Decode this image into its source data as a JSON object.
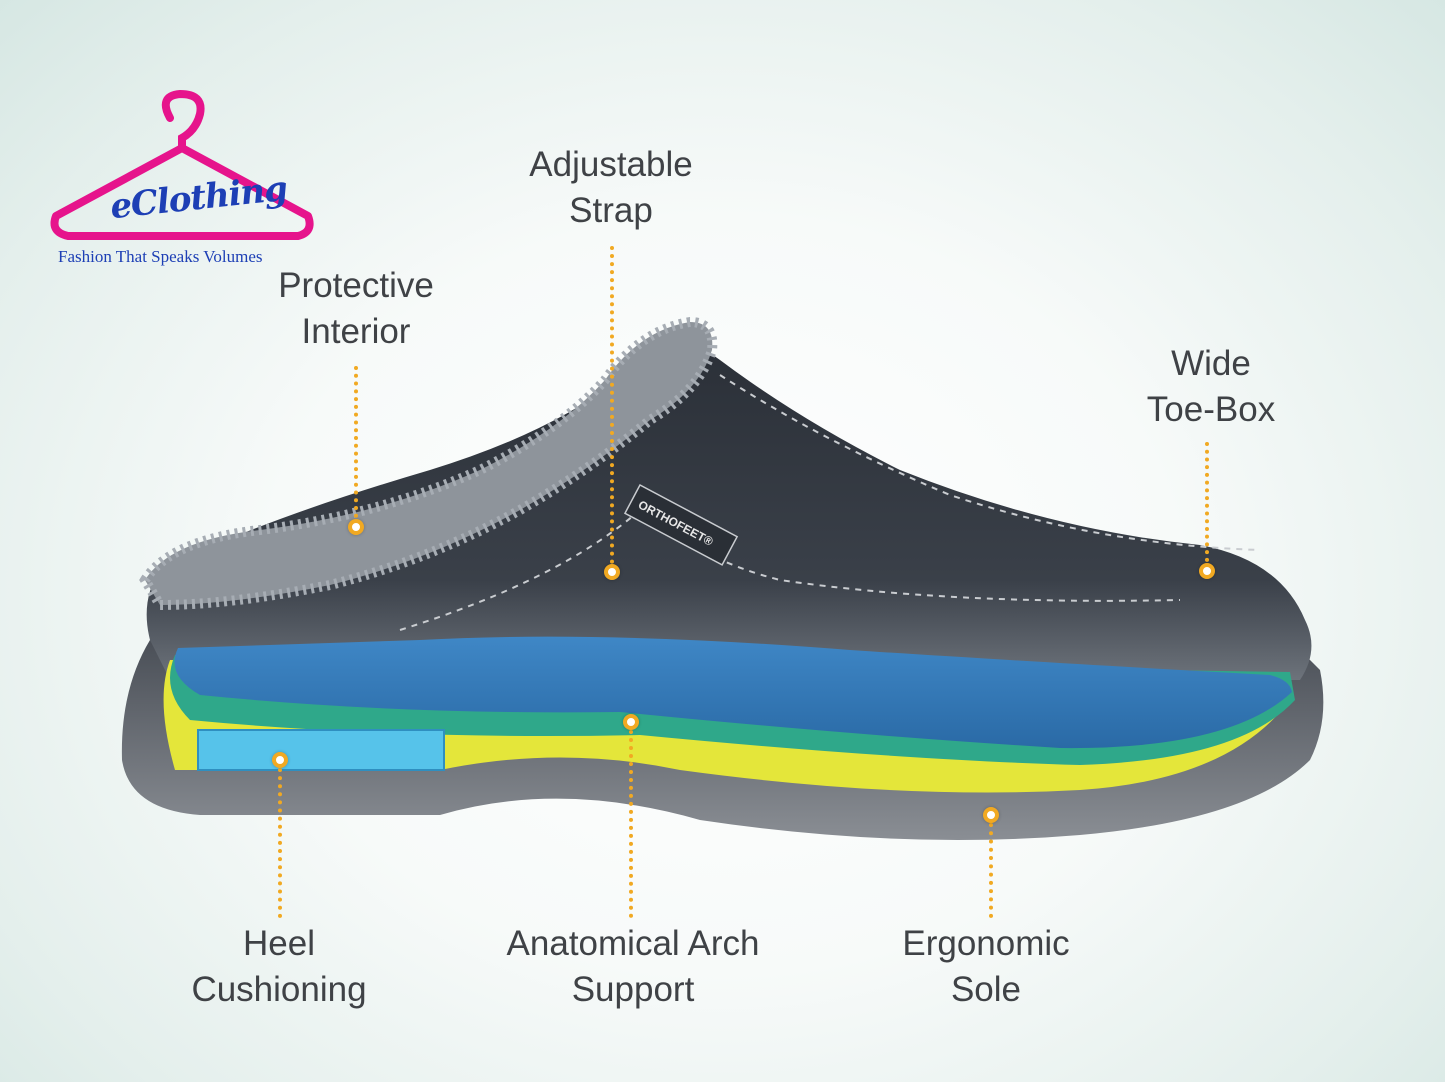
{
  "brand": {
    "name": "eClothing",
    "tagline": "Fashion That Speaks Volumes",
    "colors": {
      "hanger": "#e6148c",
      "text": "#1d3fb5"
    }
  },
  "product_mark": "ORTHOFEET®",
  "callouts": {
    "adjustable_strap": [
      "Adjustable",
      "Strap"
    ],
    "protective_interior": [
      "Protective",
      "Interior"
    ],
    "wide_toe_box": [
      "Wide",
      "Toe-Box"
    ],
    "heel_cushioning": [
      "Heel",
      "Cushioning"
    ],
    "anatomical_arch_support": [
      "Anatomical Arch",
      "Support"
    ],
    "ergonomic_sole": [
      "Ergonomic",
      "Sole"
    ]
  },
  "colors": {
    "callout_line": "#f1a922",
    "label_text": "#3f4246"
  }
}
